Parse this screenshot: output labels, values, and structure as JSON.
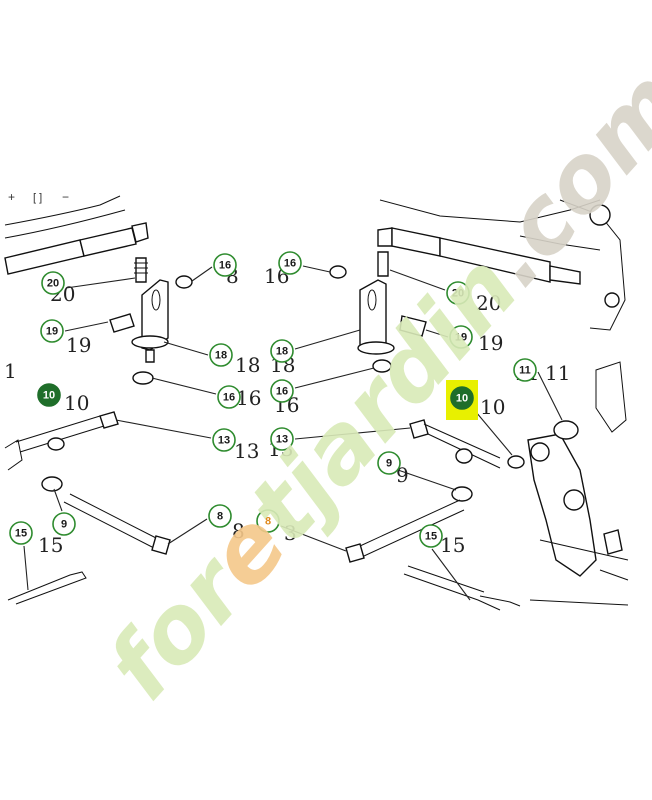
{
  "toolbar": {
    "zoom_in": "+",
    "fit": "[ ]",
    "zoom_out": "−"
  },
  "watermark": {
    "parts": [
      {
        "text": "for",
        "color": "#d9eab8"
      },
      {
        "text": "e",
        "color": "#f5c88a"
      },
      {
        "text": "tjardin",
        "color": "#d9eab8"
      },
      {
        "text": ".com",
        "color": "#d8d3c8"
      }
    ]
  },
  "colors": {
    "callout_border": "#2e8b2e",
    "callout_filled": "#1f6e2a",
    "highlight": "#e8f000",
    "orange_text": "#e08a1e"
  },
  "callouts": [
    {
      "label": "20",
      "variant": ""
    },
    {
      "label": "16",
      "variant": ""
    },
    {
      "label": "19",
      "variant": ""
    },
    {
      "label": "18",
      "variant": ""
    },
    {
      "label": "16",
      "variant": ""
    },
    {
      "label": "10",
      "variant": "filled"
    },
    {
      "label": "13",
      "variant": ""
    },
    {
      "label": "9",
      "variant": ""
    },
    {
      "label": "15",
      "variant": ""
    },
    {
      "label": "8",
      "variant": ""
    },
    {
      "label": "8",
      "variant": "orange"
    },
    {
      "label": "16",
      "variant": ""
    },
    {
      "label": "20",
      "variant": ""
    },
    {
      "label": "19",
      "variant": ""
    },
    {
      "label": "18",
      "variant": ""
    },
    {
      "label": "16",
      "variant": ""
    },
    {
      "label": "13",
      "variant": ""
    },
    {
      "label": "9",
      "variant": ""
    },
    {
      "label": "15",
      "variant": ""
    },
    {
      "label": "11",
      "variant": ""
    },
    {
      "label": "10",
      "variant": "filled"
    }
  ],
  "ghost_labels": [
    "20",
    "19",
    "18",
    "16",
    "10",
    "13",
    "15",
    "8",
    "3",
    "16",
    "20",
    "19",
    "18",
    "16",
    "13",
    "9",
    "15",
    "11",
    "10",
    "8",
    "1",
    "11"
  ]
}
